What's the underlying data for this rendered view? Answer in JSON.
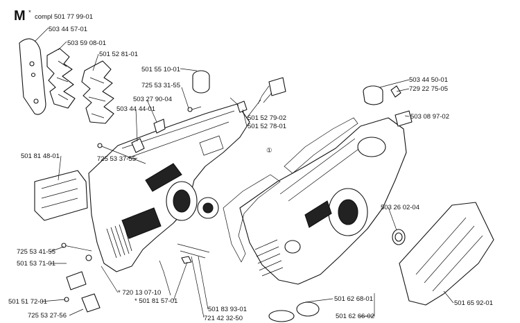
{
  "header": {
    "section_letter": "M",
    "note_mark": "*",
    "complete_label": "compl 501 77 99-01"
  },
  "callout_symbol": "①",
  "part_numbers": {
    "p_503_44_57_01": "503 44 57-01",
    "p_503_59_08_01": "503 59 08-01",
    "p_501_52_81_01": "501 52 81-01",
    "p_501_55_10_01": "501 55 10-01",
    "p_725_53_31_55": "725 53 31-55",
    "p_503_27_90_04": "503 27 90-04",
    "p_503_44_44_01": "503 44 44-01",
    "p_501_52_79_02": "501 52 79-02",
    "p_501_52_78_01": "501 52 78-01",
    "p_503_44_50_01": "503 44 50-01",
    "p_729_22_75_05": "729 22 75-05",
    "p_503_08_97_02": "503 08 97-02",
    "p_501_81_48_01": "501 81 48-01",
    "p_725_53_37_55": "725 53 37-55",
    "p_503_26_02_04": "503 26 02-04",
    "p_725_53_41_55": "725 53 41-55",
    "p_501_53_71_01": "501 53 71-01",
    "p_720_13_07_10": "* 720 13 07-10",
    "p_501_81_57_01": "* 501 81 57-01",
    "p_501_83_93_01": "501 83 93-01",
    "p_721_42_32_50": "721 42 32-50",
    "p_501_62_68_01": "501 62 68-01",
    "p_501_62_66_02": "501 62 66-02",
    "p_501_65_92_01": "501 65 92-01",
    "p_501_51_72_01": "501 51 72-01",
    "p_725_53_27_56": "725 53 27-56"
  }
}
